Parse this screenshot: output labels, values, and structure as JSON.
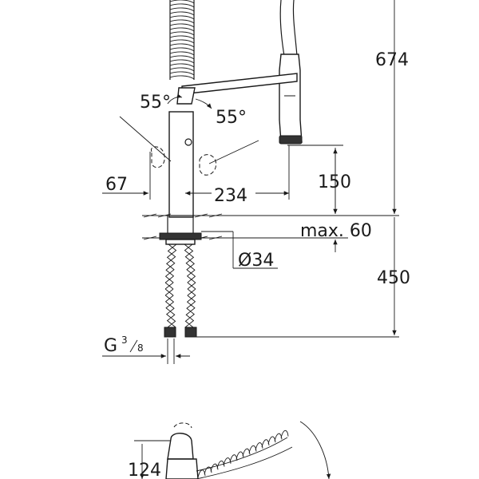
{
  "dimensions": {
    "total_height": "674",
    "angle_left": "55°",
    "angle_right": "55°",
    "spray_height": "150",
    "base_offset": "67",
    "reach": "234",
    "deck_thickness": "max. 60",
    "hole_diameter": "Ø34",
    "hose_length": "450",
    "thread_g": "G",
    "thread_num": "3",
    "thread_den": "8",
    "bottom_height": "124"
  }
}
